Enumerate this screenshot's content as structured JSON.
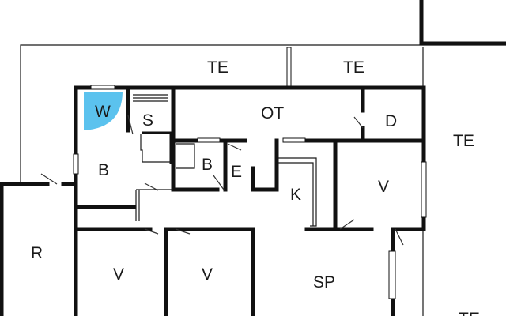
{
  "colors": {
    "wall": "#111111",
    "background": "#ffffff",
    "shower_fill": "#5bc2ee"
  },
  "rooms": {
    "te_top_left": "TE",
    "te_top_right": "TE",
    "te_right": "TE",
    "te_bottom_right": "TE",
    "ot": "OT",
    "w": "W",
    "s": "S",
    "d": "D",
    "b_left": "B",
    "b_small": "B",
    "e": "E",
    "k": "K",
    "v_right": "V",
    "r": "R",
    "v_bottom_left": "V",
    "v_bottom_mid": "V",
    "sp": "SP"
  }
}
